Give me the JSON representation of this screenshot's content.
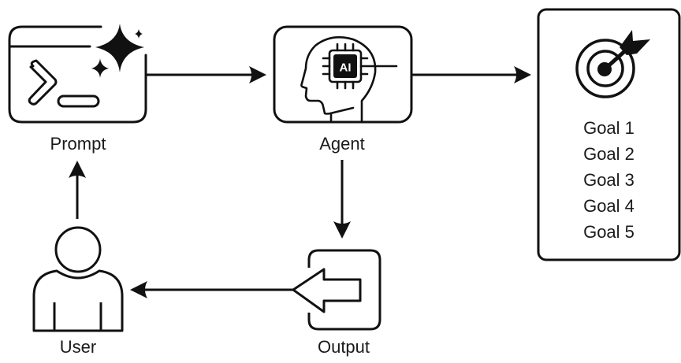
{
  "diagram": {
    "title": "Agent goal loop",
    "stroke_color": "#111111",
    "background": "#ffffff"
  },
  "nodes": {
    "prompt": {
      "label": "Prompt",
      "icon": "terminal-sparkle-icon"
    },
    "agent": {
      "label": "Agent",
      "icon": "ai-head-icon",
      "chip_text": "AI"
    },
    "goals": {
      "icon": "target-dart-icon",
      "items": [
        "Goal 1",
        "Goal 2",
        "Goal 3",
        "Goal 4",
        "Goal 5"
      ]
    },
    "output": {
      "label": "Output",
      "icon": "output-arrow-icon"
    },
    "user": {
      "label": "User",
      "icon": "user-icon"
    }
  },
  "edges": [
    {
      "from": "prompt",
      "to": "agent"
    },
    {
      "from": "agent",
      "to": "goals"
    },
    {
      "from": "agent",
      "to": "output"
    },
    {
      "from": "output",
      "to": "user"
    },
    {
      "from": "user",
      "to": "prompt"
    }
  ]
}
